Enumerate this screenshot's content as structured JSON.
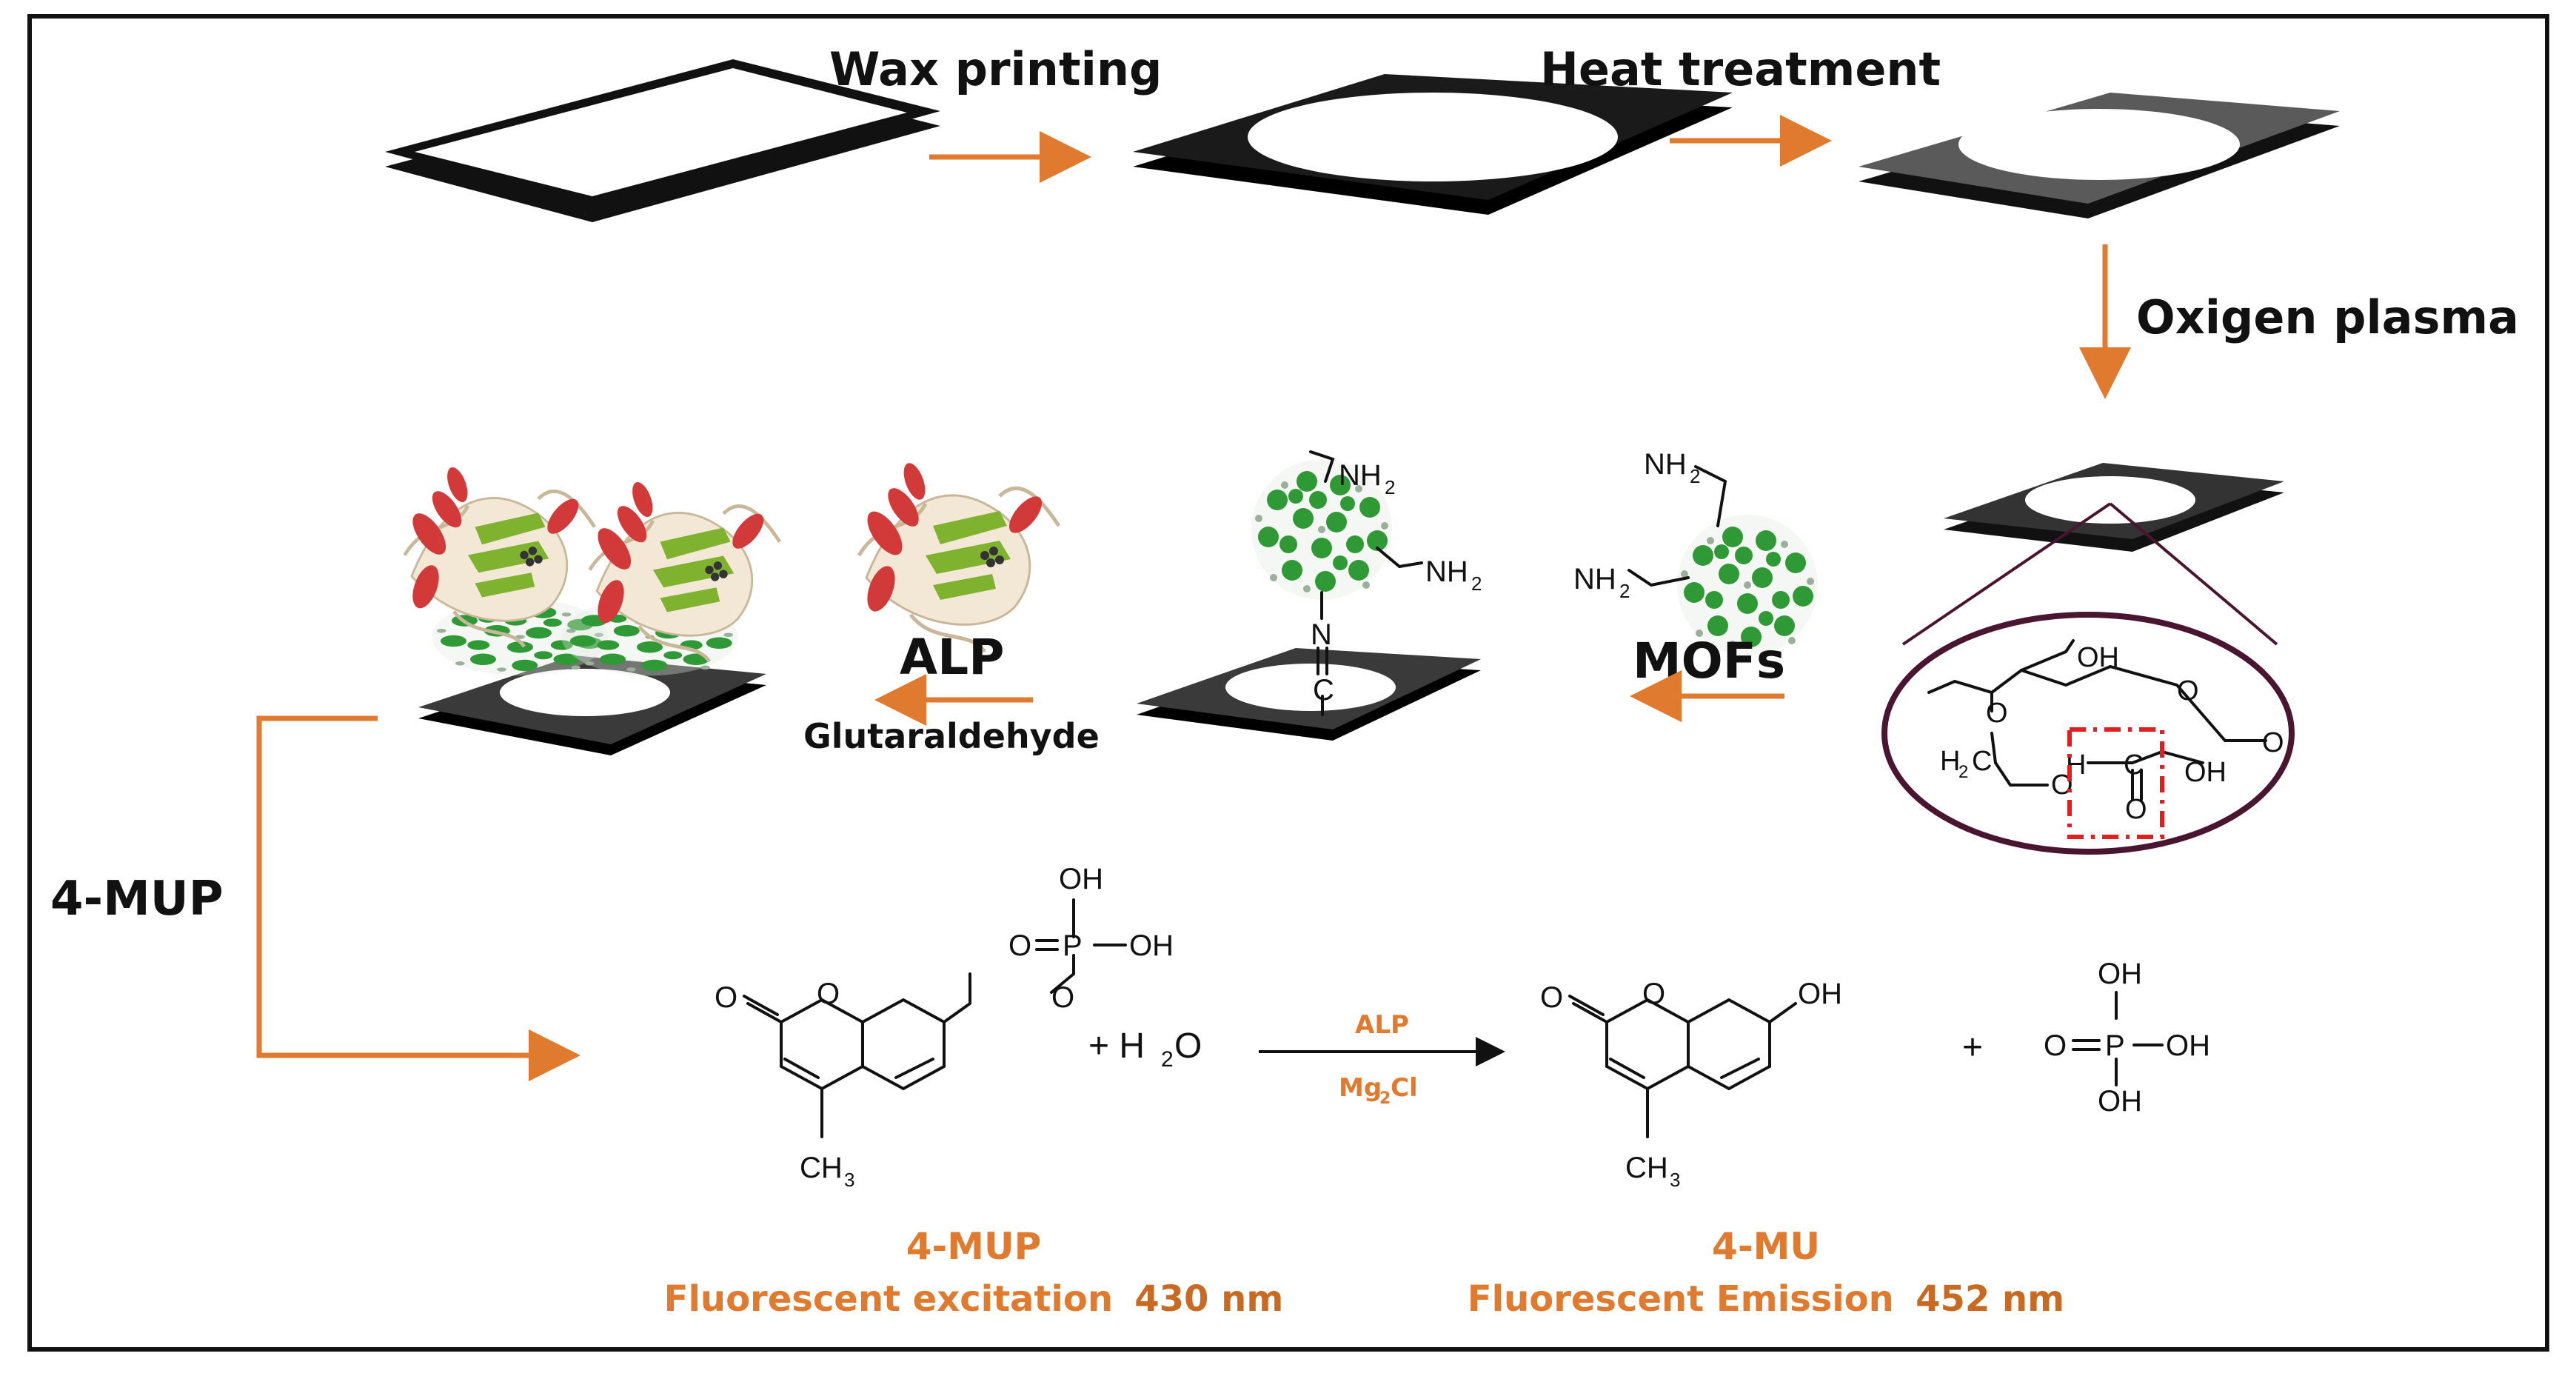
{
  "steps": {
    "wax_printing": "Wax printing",
    "heat_treatment": "Heat treatment",
    "oxygen_plasma": "Oxigen plasma",
    "alp": "ALP",
    "glutaraldehyde": "Glutaraldehyde",
    "mofs": "MOFs",
    "substrate_4mup": "4-MUP"
  },
  "chem_labels": {
    "nh2": "NH",
    "two": "2",
    "n": "N",
    "c": "C",
    "oh": "OH",
    "o": "O",
    "h2c": "H",
    "hc": "H",
    "h": "H",
    "p": "P",
    "ch3": "CH",
    "three": "3",
    "plus": "+",
    "water_plus": "+ H",
    "water_o": "O",
    "reaction_enzyme": "ALP",
    "reaction_cofactor": "Mg",
    "reaction_cofactor_tail": "Cl"
  },
  "products": {
    "left_name": "4-MUP",
    "left_desc": "Fluorescent excitation",
    "left_value": "430 nm",
    "right_name": "4-MU",
    "right_desc": "Fluorescent Emission",
    "right_value": "452 nm"
  },
  "colors": {
    "accent_orange": "#e07a2f",
    "dark_plate": "#1a1a1a",
    "grey_plate": "#5a5a5a",
    "mof_green": "#2f9a35",
    "helix_red": "#d23a3a",
    "sheet_green": "#7fb22e",
    "lens_border": "#4a1530",
    "highlight_red": "#e02020"
  }
}
